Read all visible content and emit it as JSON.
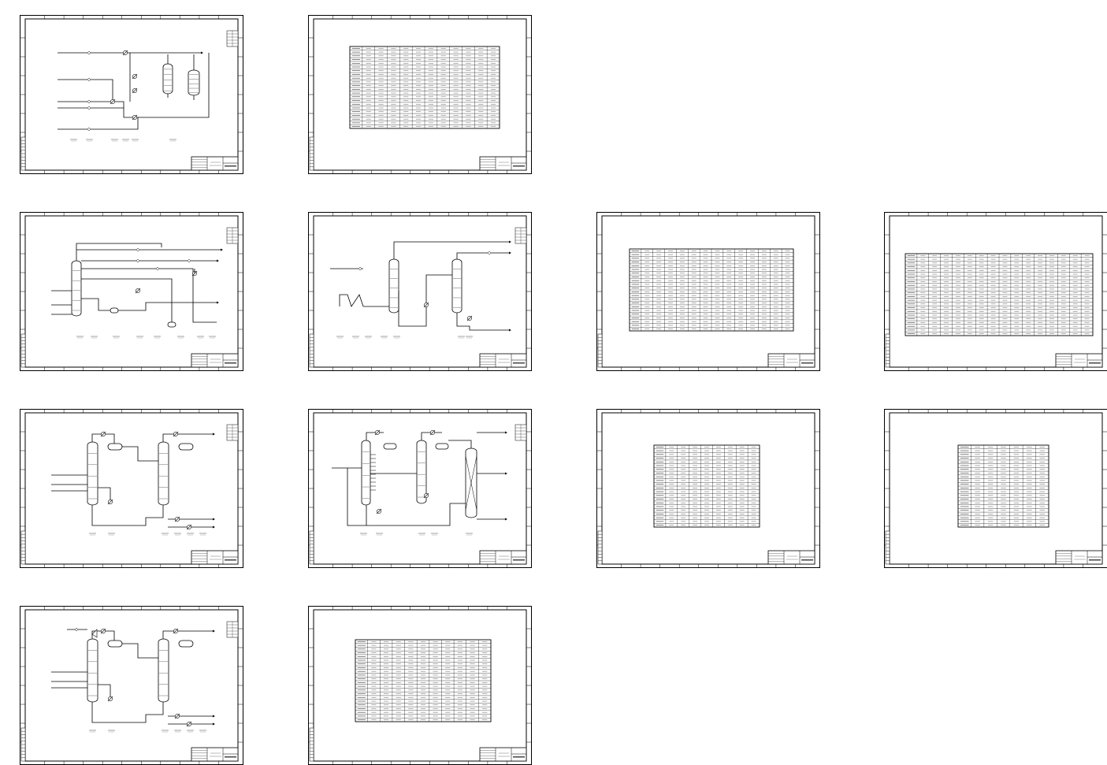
{
  "viewer": {
    "sheets": [
      {
        "id": 1,
        "kind": "pfd",
        "variant": "separator"
      },
      {
        "id": 2,
        "kind": "table",
        "cols": 12,
        "rows": 22
      },
      {
        "id": 3,
        "kind": "pfd",
        "variant": "reactor"
      },
      {
        "id": 4,
        "kind": "pfd",
        "variant": "two-columns-compressor"
      },
      {
        "id": 5,
        "kind": "table",
        "cols": 14,
        "rows": 22
      },
      {
        "id": 6,
        "kind": "table",
        "cols": 16,
        "rows": 22
      },
      {
        "id": 7,
        "kind": "pfd",
        "variant": "two-columns-drums"
      },
      {
        "id": 8,
        "kind": "pfd",
        "variant": "three-columns"
      },
      {
        "id": 9,
        "kind": "table",
        "cols": 9,
        "rows": 22
      },
      {
        "id": 10,
        "kind": "table",
        "cols": 7,
        "rows": 22
      },
      {
        "id": 11,
        "kind": "pfd",
        "variant": "two-columns-drums-b"
      },
      {
        "id": 12,
        "kind": "table",
        "cols": 11,
        "rows": 22
      }
    ]
  }
}
